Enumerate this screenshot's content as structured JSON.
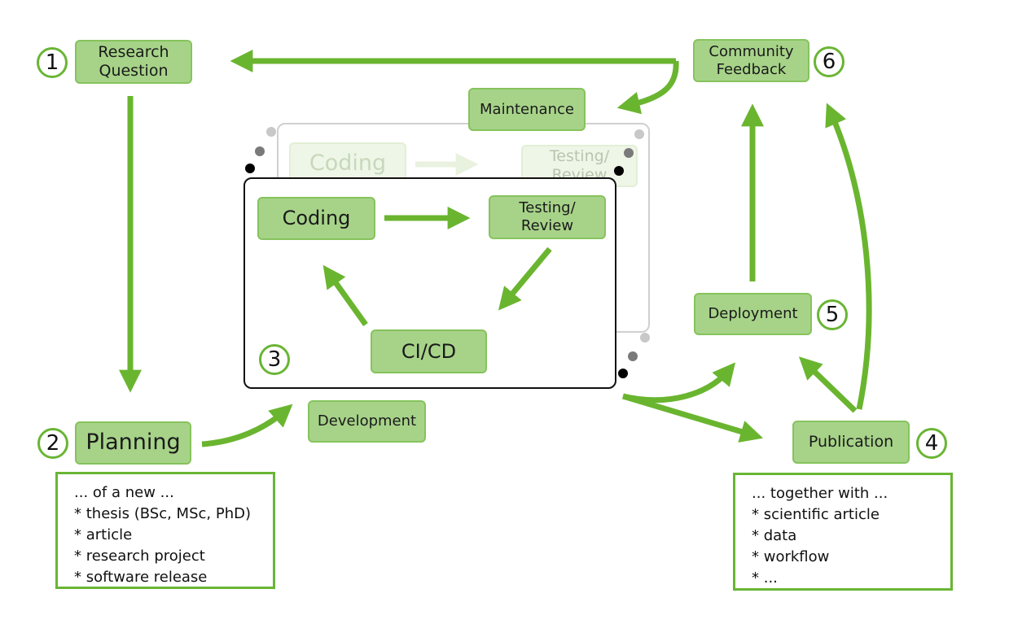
{
  "nodes": {
    "research_question": "Research\nQuestion",
    "planning": "Planning",
    "development": "Development",
    "maintenance": "Maintenance",
    "community_feedback": "Community\nFeedback",
    "deployment": "Deployment",
    "publication": "Publication",
    "coding": "Coding",
    "testing_review": "Testing/\nReview",
    "cicd": "CI/CD",
    "ghost_coding": "Coding",
    "ghost_testing": "Testing/\nReview"
  },
  "steps": {
    "one": "1",
    "two": "2",
    "three": "3",
    "four": "4",
    "five": "5",
    "six": "6"
  },
  "planning_note": [
    "... of a new ...",
    "* thesis (BSc, MSc, PhD)",
    "* article",
    "* research project",
    "* software release"
  ],
  "publication_note": [
    "... together with ...",
    "* scientific article",
    "* data",
    "* workflow",
    "* ..."
  ],
  "colors": {
    "box_fill": "#a7d389",
    "box_border": "#86c35c",
    "arrow": "#6ab52f",
    "panel_border": "#111111",
    "ghost_border": "#cccccc"
  }
}
